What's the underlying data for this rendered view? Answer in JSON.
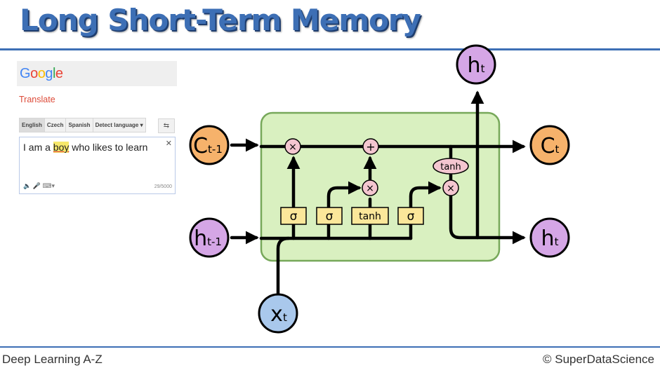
{
  "slide": {
    "title": "Long Short-Term Memory",
    "footer_left": "Deep Learning A-Z",
    "footer_right": "© SuperDataScience"
  },
  "translate_panel": {
    "logo": [
      "G",
      "o",
      "o",
      "g",
      "l",
      "e"
    ],
    "logo_colors": [
      "#4285f4",
      "#ea4335",
      "#fbbc05",
      "#4285f4",
      "#34a853",
      "#ea4335"
    ],
    "translate_label": "Translate",
    "languages": [
      "English",
      "Czech",
      "Spanish",
      "Detect language"
    ],
    "input_before": "I am a ",
    "input_highlight": "boy",
    "input_after": " who likes to learn",
    "char_count": "29/5000"
  },
  "diagram": {
    "colors": {
      "cell_state": "#f6b26b",
      "hidden_state": "#d5a6e6",
      "input": "#a9c8ec",
      "cell_box": "#d9f0c0",
      "gate": "#fbe79a",
      "operation": "#f4c6d0"
    },
    "nodes": {
      "c_prev": {
        "base": "C",
        "sub": "t-1"
      },
      "h_prev": {
        "base": "h",
        "sub": "t-1"
      },
      "x_t": {
        "base": "x",
        "sub": "t"
      },
      "c_next": {
        "base": "C",
        "sub": "t"
      },
      "h_next": {
        "base": "h",
        "sub": "t"
      },
      "h_top": {
        "base": "h",
        "sub": "t"
      }
    },
    "gates": [
      "σ",
      "σ",
      "tanh",
      "σ"
    ],
    "ops": {
      "forget_mult": "×",
      "add": "+",
      "input_mult": "×",
      "output_mult": "×",
      "cell_tanh": "tanh"
    }
  }
}
